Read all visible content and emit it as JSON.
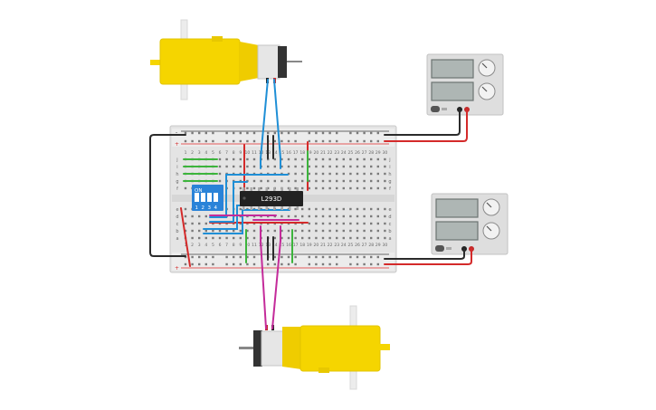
{
  "breadboard": {
    "columns_top": [
      "1",
      "2",
      "3",
      "4",
      "5",
      "6",
      "7",
      "8",
      "9",
      "10",
      "11",
      "12",
      "13",
      "14",
      "15",
      "16",
      "17",
      "18",
      "19",
      "20",
      "21",
      "22",
      "23",
      "24",
      "25",
      "26",
      "27",
      "28",
      "29",
      "30"
    ],
    "columns_bottom": [
      "1",
      "2",
      "3",
      "4",
      "5",
      "6",
      "7",
      "8",
      "9",
      "10",
      "11",
      "12",
      "13",
      "14",
      "15",
      "16",
      "17",
      "18",
      "19",
      "20",
      "21",
      "22",
      "23",
      "24",
      "25",
      "26",
      "27",
      "28",
      "29",
      "30"
    ],
    "rows_top": [
      "j",
      "i",
      "h",
      "g",
      "f"
    ],
    "rows_bottom": [
      "e",
      "d",
      "c",
      "b",
      "a"
    ],
    "rail_plus": "+",
    "rail_minus": "-"
  },
  "chip": {
    "label": "L293D"
  },
  "dip_switch": {
    "on_label": "ON",
    "numbers": [
      "1",
      "2",
      "3",
      "4"
    ]
  },
  "power_supplies": [
    {
      "name": "power-supply-1",
      "button_label": ""
    },
    {
      "name": "power-supply-2",
      "button_label": ""
    }
  ],
  "motors": [
    {
      "name": "dc-motor-top"
    },
    {
      "name": "dc-motor-bottom"
    }
  ],
  "colors": {
    "wire_black": "#2b2b2b",
    "wire_red": "#d42a2a",
    "wire_blue": "#1f8fd6",
    "wire_green": "#3cb43c",
    "wire_magenta": "#c42b9a",
    "motor_yellow": "#f5d500",
    "dip_blue": "#2a83d8",
    "chip_black": "#222222"
  }
}
